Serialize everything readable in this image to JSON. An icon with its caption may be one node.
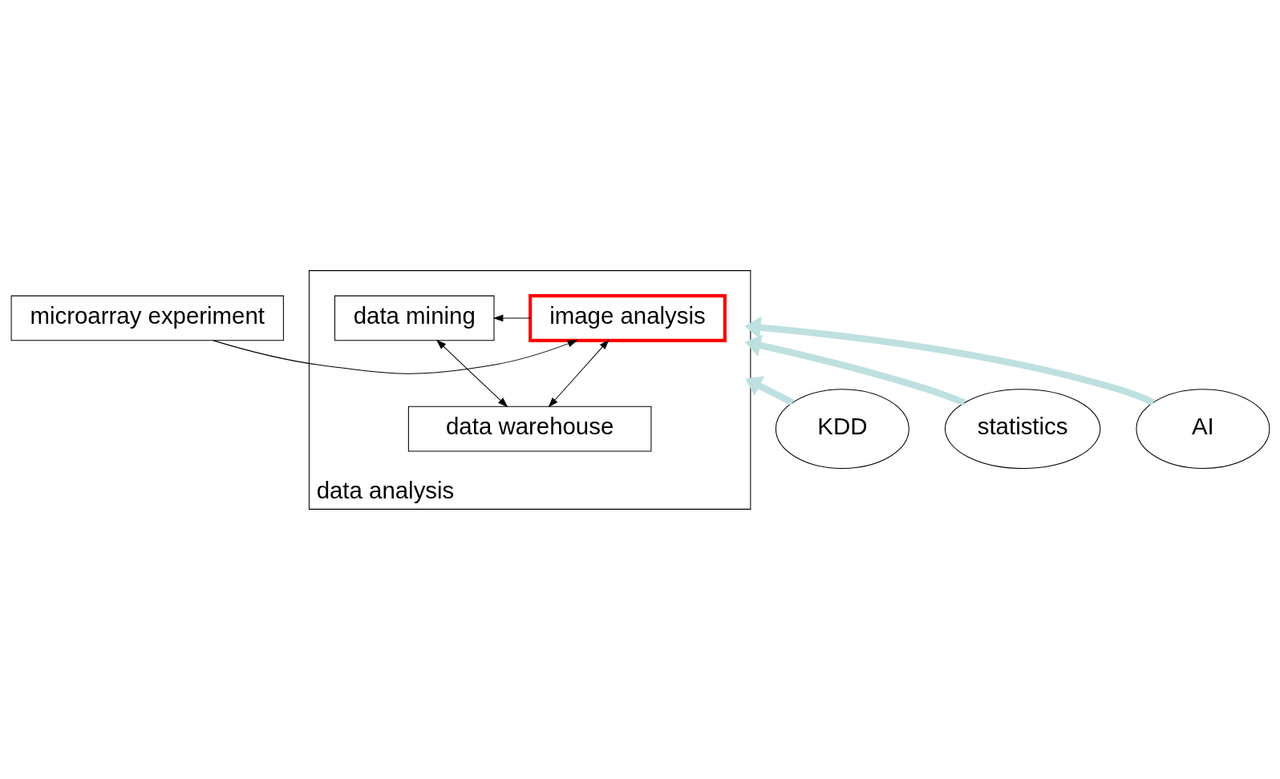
{
  "diagram": {
    "nodes": [
      {
        "text": [
          "microarray experiment"
        ]
      },
      {
        "text": [
          "data analysis"
        ]
      },
      {
        "text": [
          "image analysis"
        ],
        "in": 1
      },
      {
        "text": [
          "data mining"
        ],
        "in": 1
      },
      {
        "text": [
          "data warehouse"
        ],
        "in": 1
      },
      {
        "text": [
          "KDD"
        ]
      },
      {
        "text": [
          "statistics"
        ]
      },
      {
        "text": [
          "AI"
        ]
      }
    ],
    "edges": [
      {
        "from": 0,
        "to": 2,
        "arrow": "to"
      },
      {
        "from": 2,
        "to": 3,
        "arrow": "to"
      },
      {
        "from": 2,
        "to": 4,
        "arrow": "both"
      },
      {
        "from": 3,
        "to": 4,
        "arrow": "both"
      },
      {
        "from": 5,
        "to": 1,
        "arrow": "to",
        "style": "thick",
        "color": "#bfe0e0"
      },
      {
        "from": 6,
        "to": 1,
        "arrow": "to",
        "style": "thick",
        "color": "#bfe0e0"
      },
      {
        "from": 7,
        "to": 1,
        "arrow": "to",
        "style": "thick",
        "color": "#bfe0e0"
      }
    ]
  }
}
